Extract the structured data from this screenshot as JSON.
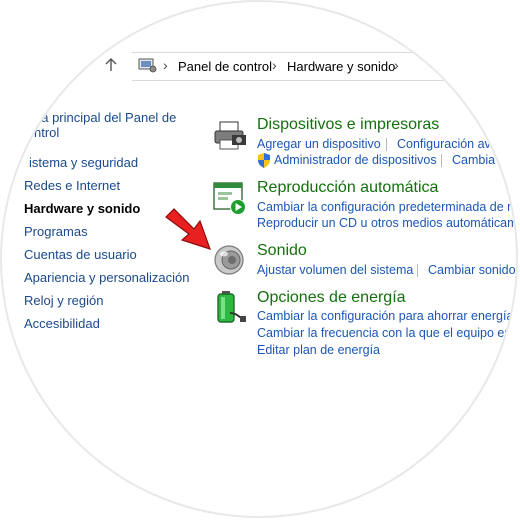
{
  "address": {
    "crumbs": [
      "Panel de control",
      "Hardware y sonido"
    ]
  },
  "sidebar": {
    "items": [
      {
        "label": "na principal del Panel de"
      },
      {
        "label": "ntrol"
      },
      {
        "label": "istema y seguridad"
      },
      {
        "label": "Redes e Internet"
      },
      {
        "label": "Hardware y sonido"
      },
      {
        "label": "Programas"
      },
      {
        "label": "Cuentas de usuario"
      },
      {
        "label": "Apariencia y personalización"
      },
      {
        "label": "Reloj y región"
      },
      {
        "label": "Accesibilidad"
      }
    ]
  },
  "categories": {
    "devices": {
      "title": "Dispositivos e impresoras",
      "links": [
        "Agregar un dispositivo",
        "Configuración av",
        "Administrador de dispositivos",
        "Cambia"
      ]
    },
    "autoplay": {
      "title": "Reproducción automática",
      "links": [
        "Cambiar la configuración predeterminada de m",
        "Reproducir un CD u otros medios automáticame"
      ]
    },
    "sound": {
      "title": "Sonido",
      "links": [
        "Ajustar volumen del sistema",
        "Cambiar sonidos"
      ]
    },
    "power": {
      "title": "Opciones de energía",
      "links": [
        "Cambiar la configuración para ahorrar energía",
        "Cambiar la frecuencia con la que el equipo entr",
        "Editar plan de energía"
      ]
    }
  },
  "colors": {
    "category_title": "#13700c",
    "link": "#1a57b5",
    "arrow_annotation": "#e8201f"
  },
  "icons": [
    "up-arrow-icon",
    "control-panel-icon",
    "printer-icon",
    "shield-icon",
    "autoplay-icon",
    "speaker-icon",
    "battery-icon",
    "red-arrow-annotation"
  ]
}
